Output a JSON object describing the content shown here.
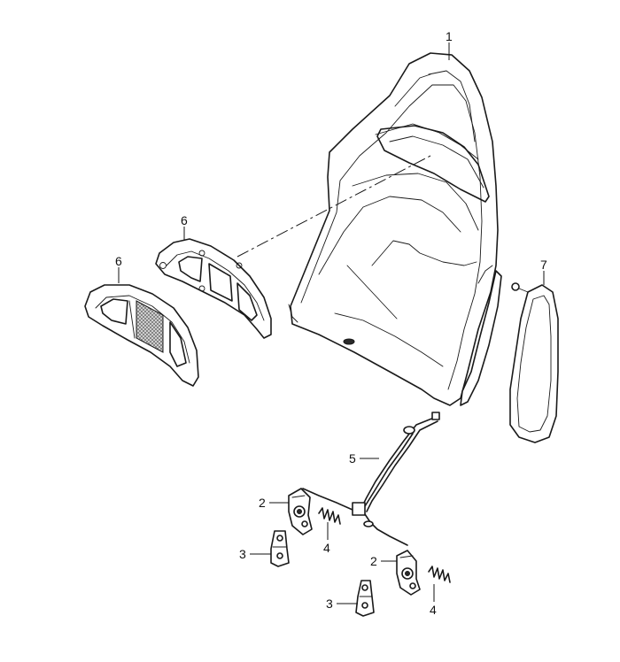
{
  "callouts": {
    "c1": "1",
    "c6a": "6",
    "c6b": "6",
    "c7": "7",
    "c5": "5",
    "c2a": "2",
    "c2b": "2",
    "c3a": "3",
    "c3b": "3",
    "c4a": "4",
    "c4b": "4"
  },
  "colors": {
    "line": "#1a1a1a",
    "mesh": "#bdbdbd",
    "background": "#ffffff"
  }
}
